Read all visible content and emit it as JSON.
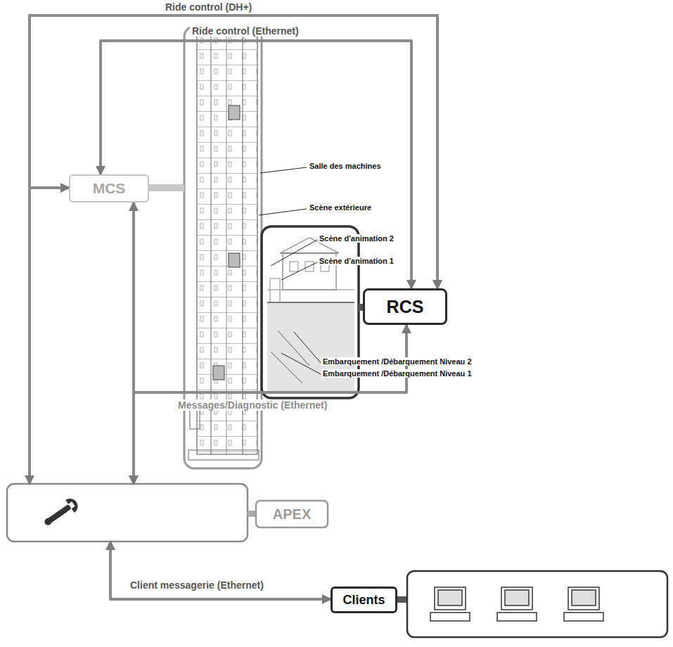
{
  "diagram": {
    "nodes": [
      {
        "text": [
          "MCS"
        ]
      },
      {
        "text": [
          "RCS"
        ]
      },
      {
        "text": [
          "APEX"
        ]
      },
      {
        "text": [
          "Clients"
        ]
      }
    ],
    "edges": [
      {
        "from": 0,
        "to": 1,
        "arrow": "both",
        "label": "Ride control (DH+)"
      },
      {
        "from": 2,
        "to": 1,
        "arrow": "both"
      },
      {
        "from": 0,
        "to": 1,
        "arrow": "both",
        "label": "Ride control (Ethernet)"
      },
      {
        "from": 0,
        "to": 2,
        "arrow": "both"
      },
      {
        "from": 1,
        "to": 2,
        "arrow": "both",
        "label": "Messages/Diagnostic (Ethernet)"
      },
      {
        "from": 2,
        "to": 3,
        "arrow": "both",
        "label": "Client messagerie (Ethernet)"
      }
    ],
    "labels": [
      "Salle des machines",
      "Scène extérieure",
      "Scène d'animation 2",
      "Scène d'animation 1",
      "Embarquement /Débarquement Niveau 2",
      "Embarquement /Débarquement Niveau 1"
    ]
  }
}
